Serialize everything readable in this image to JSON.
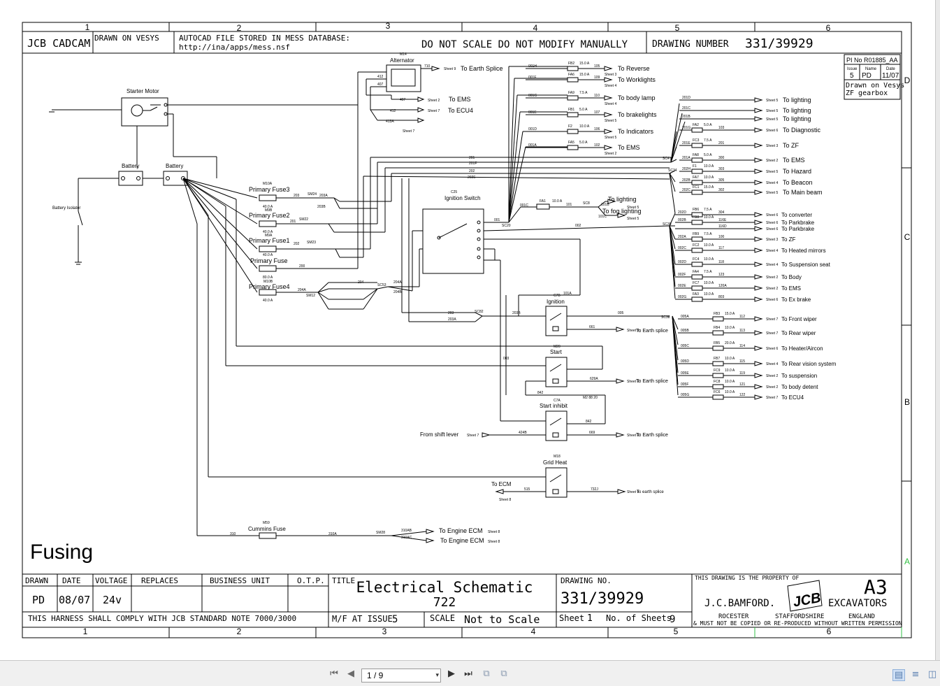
{
  "header": {
    "col_numbers": [
      "1",
      "2",
      "3",
      "4",
      "5",
      "6"
    ],
    "row_letters": [
      "D",
      "C",
      "B",
      "A"
    ],
    "cadcam": "JCB CADCAM",
    "drawn_on": "DRAWN ON VESYS",
    "autocad_line1": "AUTOCAD FILE STORED IN MESS DATABASE:",
    "autocad_line2": "http://ina/apps/mess.nsf",
    "do_not_scale": "DO NOT SCALE DO NOT MODIFY MANUALLY",
    "drawing_number_label": "DRAWING NUMBER",
    "drawing_number": "331/39929"
  },
  "pi_box": {
    "pi_no": "PI No R01885_AA",
    "issue_label": "Issue",
    "name_label": "Name",
    "date_label": "Date",
    "issue": "5",
    "name": "PD",
    "date": "11/07",
    "note_line1": "Drawn on Vesys",
    "note_line2": "ZF gearbox"
  },
  "components": {
    "starter_motor": "Starter Motor",
    "battery1": "Battery",
    "battery2": "Battery",
    "battery_isolator": "Battery Isolator",
    "alternator": "Alternator",
    "alternator_ref": "M14",
    "ignition_switch": "Ignition Switch",
    "ignition_switch_ref": "C25",
    "primary_fuse3": "Primary Fuse3",
    "primary_fuse2": "Primary Fuse2",
    "primary_fuse1": "Primary Fuse1",
    "primary_fuse": "Primary Fuse",
    "primary_fuse4": "Primary Fuse4",
    "relay_ignition": "Ignition",
    "relay_start": "Start",
    "relay_start_inhibit": "Start inhibit",
    "relay_grid_heat": "Grid Heat",
    "cummins_fuse": "Cummins Fuse"
  },
  "fuse_ratings": {
    "pf3": "40.0 A",
    "pf2": "40.0 A",
    "pf1": "40.0 A",
    "pf": "80.0 A",
    "pf4": "40.0 A",
    "pf3_ref": "M10A",
    "pf2_ref": "M9B",
    "pf1_ref": "M9A",
    "pf4_ref": "M10B",
    "cummins_ref": "M59"
  },
  "alternator_outputs": [
    {
      "wire": "710",
      "label": "To Earth Splice",
      "sheet": "Sheet 9"
    },
    {
      "wire": "407",
      "label": "To EMS",
      "sheet": "Sheet 2"
    },
    {
      "wire": "412",
      "label": "To ECU4",
      "sheet": "Sheet 7"
    },
    {
      "wire": "413A",
      "label": "",
      "sheet": "Sheet 7"
    }
  ],
  "top_outputs": [
    {
      "wire": "001H",
      "fuse": "FB2",
      "rating": "15.0 A",
      "out": "105",
      "label": "To Reverse",
      "sheet": "Sheet 3"
    },
    {
      "wire": "001F",
      "fuse": "FA6",
      "rating": "15.0 A",
      "out": "109",
      "label": "To Worklights",
      "sheet": "Sheet 4"
    },
    {
      "wire": "001G",
      "fuse": "FA9",
      "rating": "7.5 A",
      "out": "110",
      "label": "To body lamp",
      "sheet": "Sheet 4"
    },
    {
      "wire": "001E",
      "fuse": "FB1",
      "rating": "5.0 A",
      "out": "107",
      "label": "To brakelights",
      "sheet": "Sheet 5"
    },
    {
      "wire": "001D",
      "fuse": "F2",
      "rating": "10.0 A",
      "out": "106",
      "label": "To Indicators",
      "sheet": "Sheet 5"
    },
    {
      "wire": "001A",
      "fuse": "FA5",
      "rating": "5.0 A",
      "out": "102",
      "label": "To EMS",
      "sheet": "Sheet 2"
    }
  ],
  "sc4_outputs": [
    {
      "wire": "201D",
      "fuse": "",
      "rating": "",
      "out": "",
      "label": "To lighting",
      "sheet": "Sheet 5"
    },
    {
      "wire": "201C",
      "fuse": "",
      "rating": "",
      "out": "",
      "label": "To lighting",
      "sheet": "Sheet 5"
    },
    {
      "wire": "201B",
      "fuse": "",
      "rating": "",
      "out": "",
      "label": "To lighting",
      "sheet": "Sheet 5"
    },
    {
      "wire": "201G",
      "fuse": "FA2",
      "rating": "5.0 A",
      "out": "103",
      "label": "To Diagnostic",
      "sheet": "Sheet 6"
    },
    {
      "wire": "201E",
      "fuse": "FC3",
      "rating": "7.5 A",
      "out": "201",
      "label": "To ZF",
      "sheet": "Sheet 3"
    },
    {
      "wire": "201A",
      "fuse": "FA8",
      "rating": "5.0 A",
      "out": "300",
      "label": "To EMS",
      "sheet": "Sheet 2"
    },
    {
      "wire": "202H",
      "fuse": "F1",
      "rating": "10.0 A",
      "out": "303",
      "label": "To Hazard",
      "sheet": "Sheet 5"
    },
    {
      "wire": "202B",
      "fuse": "FA7",
      "rating": "10.0 A",
      "out": "305",
      "label": "To Beacon",
      "sheet": "Sheet 4"
    },
    {
      "wire": "202C",
      "fuse": "FC1",
      "rating": "15.0 A",
      "out": "302",
      "label": "To Main beam",
      "sheet": "Sheet 5"
    }
  ],
  "sc39_outputs": [
    {
      "wire": "202D",
      "fuse": "FB6",
      "rating": "7.5 A",
      "out": "304",
      "label": "To converter",
      "sheet": "Sheet 6"
    },
    {
      "wire": "002B",
      "fuse": "FB8",
      "rating": "10.0 A",
      "out": "116E",
      "label": "To Parkbrake",
      "sheet": "Sheet 6"
    },
    {
      "wire": "",
      "fuse": "",
      "rating": "",
      "out": "116D",
      "label": "To Parkbrake",
      "sheet": "Sheet 6"
    },
    {
      "wire": "202A",
      "fuse": "FB9",
      "rating": "7.5 A",
      "out": "100",
      "label": "To ZF",
      "sheet": "Sheet 3"
    },
    {
      "wire": "002C",
      "fuse": "FC2",
      "rating": "10.0 A",
      "out": "117",
      "label": "To Heated mirrors",
      "sheet": "Sheet 4"
    },
    {
      "wire": "002D",
      "fuse": "FC4",
      "rating": "10.0 A",
      "out": "118",
      "label": "To Suspension seat",
      "sheet": "Sheet 4"
    },
    {
      "wire": "002F",
      "fuse": "FA4",
      "rating": "7.5 A",
      "out": "123",
      "label": "To Body",
      "sheet": "Sheet 2"
    },
    {
      "wire": "002E",
      "fuse": "FC7",
      "rating": "10.0 A",
      "out": "120A",
      "label": "To EMS",
      "sheet": "Sheet 2"
    },
    {
      "wire": "002G",
      "fuse": "FA3",
      "rating": "10.0 A",
      "out": "803",
      "label": "To Ex brake",
      "sheet": "Sheet 6"
    }
  ],
  "sc38_outputs": [
    {
      "wire": "005A",
      "fuse": "FB3",
      "rating": "15.0 A",
      "out": "112",
      "label": "To Front wiper",
      "sheet": "Sheet 7"
    },
    {
      "wire": "005B",
      "fuse": "FB4",
      "rating": "10.0 A",
      "out": "113",
      "label": "To Rear wiper",
      "sheet": "Sheet 7"
    },
    {
      "wire": "005C",
      "fuse": "FB5",
      "rating": "20.0 A",
      "out": "114",
      "label": "To Heater/Aircon",
      "sheet": "Sheet 6"
    },
    {
      "wire": "005D",
      "fuse": "FB7",
      "rating": "10.0 A",
      "out": "115",
      "label": "To Rear vision system",
      "sheet": "Sheet 4"
    },
    {
      "wire": "005E",
      "fuse": "FC9",
      "rating": "10.0 A",
      "out": "119",
      "label": "To suspension",
      "sheet": "Sheet 2"
    },
    {
      "wire": "005F",
      "fuse": "FC8",
      "rating": "10.0 A",
      "out": "121",
      "label": "To body detent",
      "sheet": "Sheet 2"
    },
    {
      "wire": "005G",
      "fuse": "FC6",
      "rating": "10.0 A",
      "out": "122",
      "label": "To ECU4",
      "sheet": "Sheet 7"
    }
  ],
  "misc_labels": {
    "to_lighting": "To lighting",
    "to_lighting_sheet": "Sheet 5",
    "to_fog": "To fog lighting",
    "to_fog_sheet": "Sheet 5",
    "fa1": "FA1",
    "fa1_rating": "10.0 A",
    "earth_splice": "To Earth splice",
    "earth_splice_sheet": "Sheet 9",
    "from_shift": "From shift lever",
    "from_shift_sheet": "Sheet 7",
    "to_ecm": "To ECM",
    "to_ecm_sheet": "Sheet 8",
    "earth_splice_lower": "To earth splice",
    "engine_ecm_1": "To Engine ECM",
    "engine_ecm_2": "To Engine ECM",
    "engine_ecm_sheet": "Sheet 8",
    "w_001": "001",
    "w_002": "002",
    "w_003": "003",
    "w_005": "005",
    "w_001C": "001C",
    "w_101": "101",
    "w_101B": "101B",
    "w_101C": "101C",
    "w_101A": "101A",
    "w_203": "203",
    "w_203A": "203A",
    "w_203B": "203B",
    "w_201": "201",
    "w_201F": "201F",
    "w_202": "202",
    "w_202E": "202E",
    "w_200": "200",
    "w_204A": "204A",
    "w_204": "204",
    "w_204B": "204B",
    "w_661": "661",
    "w_629A": "629A",
    "w_842": "842",
    "w_424B": "424B",
    "w_669": "669",
    "w_515": "515",
    "w_732J": "732J",
    "w_310": "310",
    "w_310A": "310A",
    "w_310AB": "310AB",
    "w_310AC": "310AC",
    "w_203B2": "203B",
    "w_SC8": "SC8",
    "w_SC20": "SC20",
    "w_SC4": "SC4",
    "w_SC34": "SC34",
    "w_SC39": "SC39",
    "w_SC38": "SC38",
    "w_SC82": "SC82",
    "w_SC53": "SC53",
    "w_SM24": "SM24",
    "w_SM22": "SM22",
    "w_SM23": "SM23",
    "w_SM12": "SM12",
    "w_SM28": "SM28",
    "w_C7B": "C7B",
    "w_C7A": "C7A",
    "w_M20": "M20",
    "w_M18": "M18",
    "w_M2_88_20": "M2 88 20"
  },
  "fusing_title": "Fusing",
  "title_block": {
    "drawn_label": "DRAWN",
    "date_label": "DATE",
    "voltage_label": "VOLTAGE",
    "replaces_label": "REPLACES",
    "business_unit_label": "BUSINESS UNIT",
    "otp_label": "O.T.P.",
    "title_label": "TITLE",
    "drawn": "PD",
    "date": "08/07",
    "voltage": "24v",
    "title_line1": "Electrical Schematic",
    "title_line2": "722",
    "drawing_no_label": "DRAWING NO.",
    "drawing_no": "331/39929",
    "property": "THIS DRAWING IS THE PROPERTY OF",
    "size": "A3",
    "company": "J.C.BAMFORD.",
    "division": "EXCAVATORS",
    "town": "ROCESTER",
    "county": "STAFFORDSHIRE",
    "country": "ENGLAND",
    "copy_note": "& MUST NOT BE COPIED OR RE-PRODUCED WITHOUT WRITTEN PERMISSION",
    "harness_note": "THIS HARNESS SHALL COMPLY WITH JCB STANDARD NOTE 7000/3000",
    "mf_label": "M/F AT ISSUE",
    "mf_value": "5",
    "scale_label": "SCALE",
    "scale_value": "Not to Scale",
    "sheet_label": "Sheet",
    "sheet_value": "1",
    "no_sheets_label": "No. of Sheets",
    "no_sheets_value": "9",
    "logo_text": "JCB"
  },
  "toolbar": {
    "page_value": "1 / 9",
    "first_icon": "first-page-icon",
    "prev_icon": "previous-page-icon",
    "next_icon": "next-page-icon",
    "last_icon": "last-page-icon"
  }
}
